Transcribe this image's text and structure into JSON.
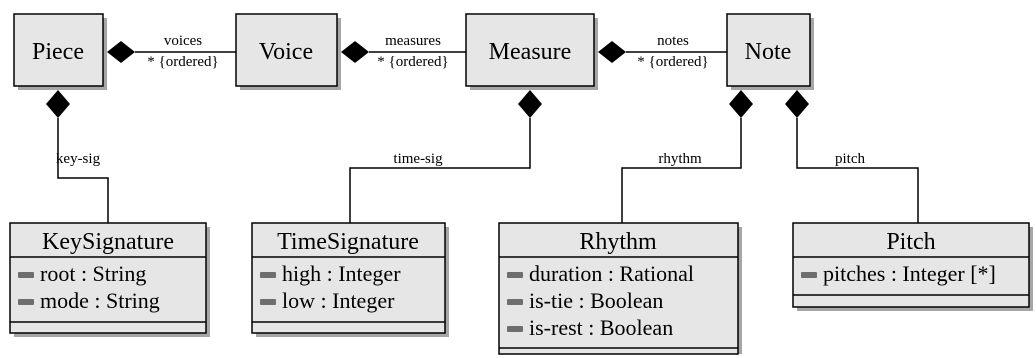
{
  "classes": {
    "piece": {
      "name": "Piece"
    },
    "voice": {
      "name": "Voice"
    },
    "measure": {
      "name": "Measure"
    },
    "note": {
      "name": "Note"
    },
    "key_signature": {
      "name": "KeySignature",
      "attributes": [
        "root : String",
        "mode : String"
      ]
    },
    "time_signature": {
      "name": "TimeSignature",
      "attributes": [
        "high : Integer",
        "low : Integer"
      ]
    },
    "rhythm": {
      "name": "Rhythm",
      "attributes": [
        "duration : Rational",
        "is-tie : Boolean",
        "is-rest : Boolean"
      ]
    },
    "pitch": {
      "name": "Pitch",
      "attributes": [
        "pitches : Integer [*]"
      ]
    }
  },
  "associations": {
    "voices": {
      "role": "voices",
      "multiplicity": "* {ordered}"
    },
    "measures": {
      "role": "measures",
      "multiplicity": "* {ordered}"
    },
    "notes": {
      "role": "notes",
      "multiplicity": "* {ordered}"
    },
    "key_sig": {
      "role": "key-sig"
    },
    "time_sig": {
      "role": "time-sig"
    },
    "rhythm": {
      "role": "rhythm"
    },
    "pitch": {
      "role": "pitch"
    }
  },
  "colors": {
    "box_fill": "#e6e6e6",
    "shadow": "#a6a6a6",
    "line": "#000000",
    "attribute_marker": "#6e6e6e"
  }
}
